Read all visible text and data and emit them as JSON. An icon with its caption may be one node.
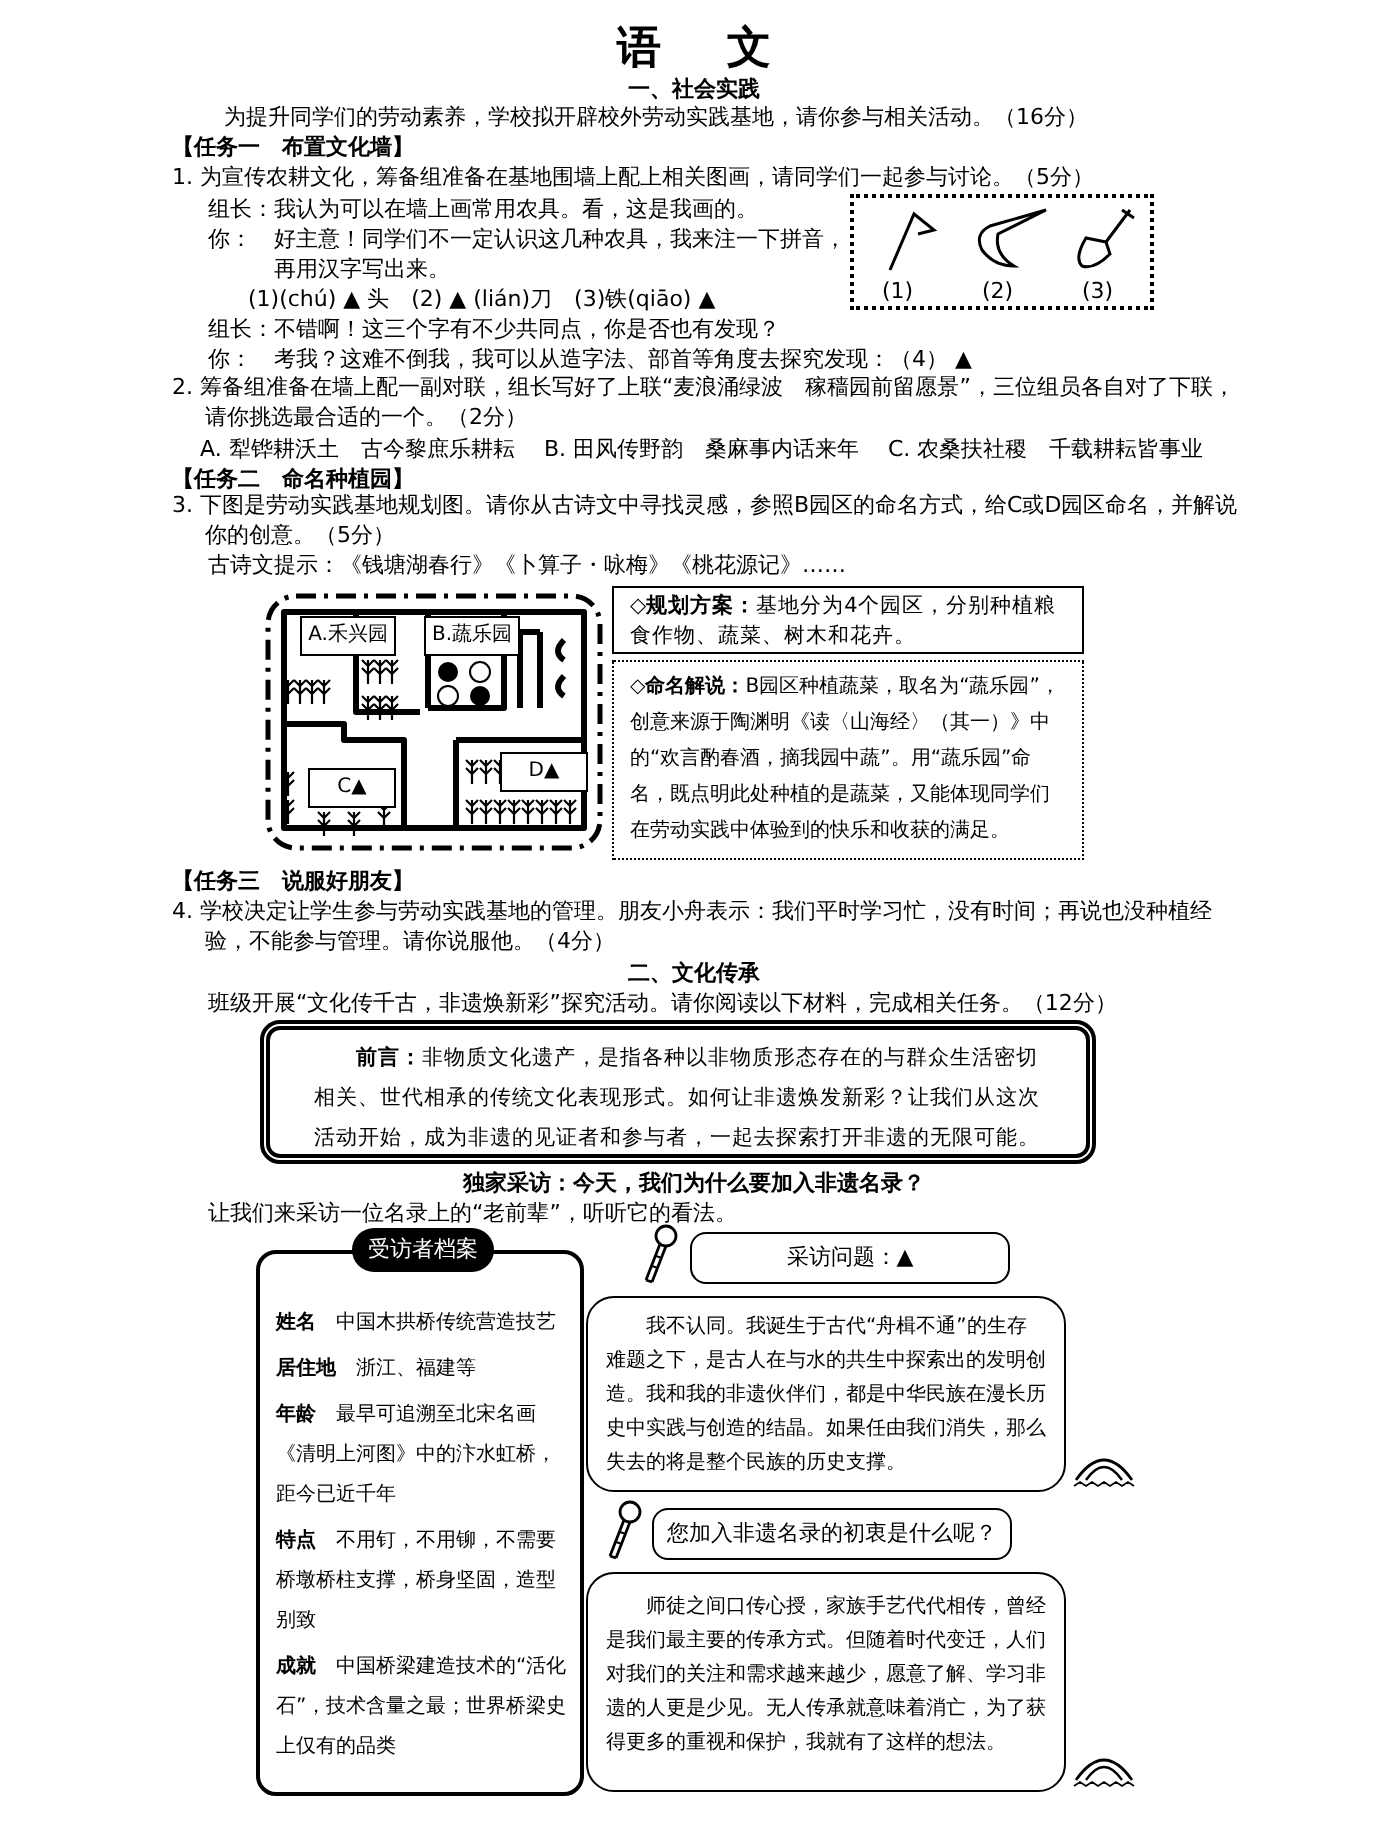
{
  "diagram": {
    "title": "语文",
    "nodes": [
      {
        "text": [
          "(1)",
          "(2)",
          "(3)"
        ]
      },
      {
        "text": [],
        "shape": "picture"
      },
      {
        "text": [
          "A.禾兴园"
        ],
        "in": 1
      },
      {
        "text": [
          "B.蔬乐园"
        ],
        "in": 1
      },
      {
        "text": [
          "C▲"
        ],
        "in": 1
      },
      {
        "text": [
          "D▲"
        ],
        "in": 1
      },
      {
        "text": [
          "**◇规划方案：**基地分为4个园区，分别种植粮食作物、蔬菜、树木和花卉。"
        ]
      },
      {
        "text": [
          "**◇命名解说：**B园区种植蔬菜，取名为“蔬乐园”，创意来源于陶渊明《读〈山海经〉（其一）》中的“欢言酌春酒，摘我园中蔬”。用“蔬乐园”命名，既点明此处种植的是蔬菜，又能体现同学们在劳动实践中体验到的快乐和收获的满足。"
        ]
      },
      {
        "text": [
          "**前言：**非物质文化遗产，是指各种以非物质形态存在的与群众生活密切相关、世代相承的传统文化表现形式。如何让非遗焕发新彩？让我们从这次活动开始，成为非遗的见证者和参与者，一起去探索打开非遗的无限可能。"
        ]
      },
      {
        "text": [
          "受访者档案",
          "**姓名**　中国木拱桥传统营造技艺",
          "**居住地**　浙江、福建等",
          "**年龄**　最早可追溯至北宋名画《清明上河图》中的汴水虹桥，距今已近千年",
          "**特点**　不用钉，不用铆，不需要桥墩桥柱支撑，桥身坚固，造型别致",
          "**成就**　中国桥梁建造技术的“活化石”，技术含量之最；世界桥梁史上仅有的品类"
        ]
      },
      {
        "text": [
          "采访问题：▲"
        ]
      },
      {
        "text": [
          "我不认同。我诞生于古代“舟楫不通”的生存难题之下，是古人在与水的共生中探索出的发明创造。我和我的非遗伙伴们，都是中华民族在漫长历史中实践与创造的结晶。如果任由我们消失，那么失去的将是整个民族的历史支撑。"
        ]
      },
      {
        "text": [
          "您加入非遗名录的初衷是什么呢？"
        ]
      },
      {
        "text": [
          "师徒之间口传心授，家族手艺代代相传，曾经是我们最主要的传承方式。但随着时代变迁，人们对我们的关注和需求越来越少，愿意了解、学习非遗的人更是少见。无人传承就意味着消亡，为了获得更多的重视和保护，我就有了这样的想法。"
        ]
      }
    ],
    "labels": [
      "一、社会实践",
      "为提升同学们的劳动素养，学校拟开辟校外劳动实践基地，请你参与相关活动。（16分）",
      "【任务一　布置文化墙】",
      "1. 为宣传农耕文化，筹备组准备在基地围墙上配上相关图画，请同学们一起参与讨论。（5分）",
      "组长：我认为可以在墙上画常用农具。看，这是我画的。",
      "你：　好主意！同学们不一定认识这几种农具，我来注一下拼音，再用汉字写出来。",
      "(1)(chú) ▲ 头　(2) ▲ (lián)刀　(3)铁(qiāo) ▲",
      "组长：不错啊！这三个字有不少共同点，你是否也有发现？",
      "你：　考我？这难不倒我，我可以从造字法、部首等角度去探究发现：（4） ▲",
      "2. 筹备组准备在墙上配一副对联，组长写好了上联“麦浪涌绿波　稼穑园前留愿景”，三位组员各自对了下联，请你挑选最合适的一个。（2分）",
      "A. 犁铧耕沃土　古今黎庶乐耕耘",
      "B. 田风传野韵　桑麻事内话来年",
      "C. 农桑扶社稷　千载耕耘皆事业",
      "【任务二　命名种植园】",
      "3. 下图是劳动实践基地规划图。请你从古诗文中寻找灵感，参照B园区的命名方式，给C或D园区命名，并解说你的创意。（5分）",
      "古诗文提示：《钱塘湖春行》《卜算子・咏梅》《桃花源记》……",
      "【任务三　说服好朋友】",
      "4. 学校决定让学生参与劳动实践基地的管理。朋友小舟表示：我们平时学习忙，没有时间；再说也没种植经验，不能参与管理。请你说服他。（4分）",
      "二、文化传承",
      "班级开展“文化传千古，非遗焕新彩”探究活动。请你阅读以下材料，完成相关任务。（12分）",
      "独家采访：今天，我们为什么要加入非遗名录？",
      "让我们来采访一位名录上的“老前辈”，听听它的看法。"
    ]
  }
}
